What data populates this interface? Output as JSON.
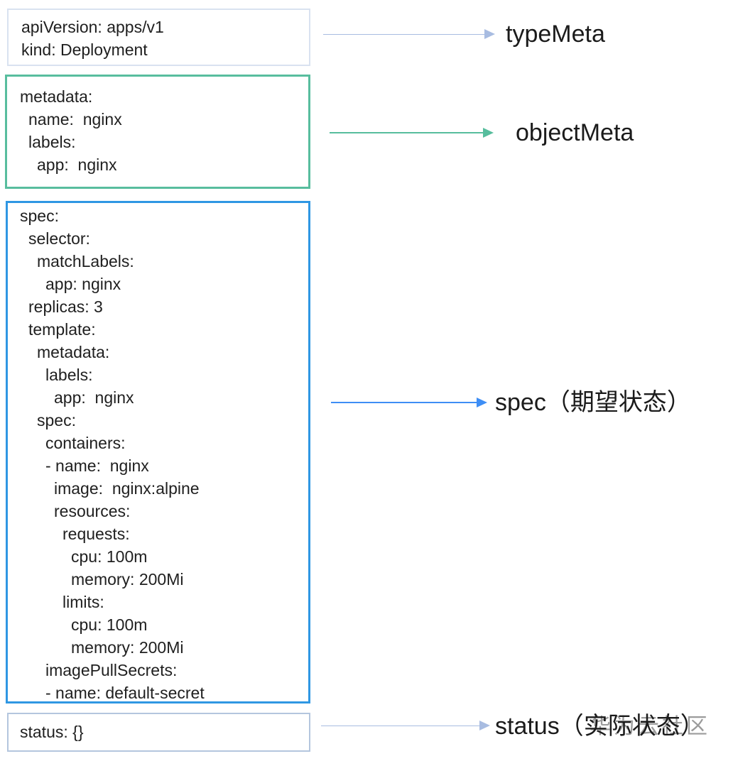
{
  "colors": {
    "box_typemeta_border": "#d9e2f0",
    "box_objectmeta_border": "#58bd9e",
    "box_spec_border": "#2f97e3",
    "box_status_border": "#b4c6de",
    "arrow_light": "#a8bce1",
    "arrow_green": "#57bd9d",
    "arrow_blue": "#3e8ef5",
    "code_text": "#1f1f1f",
    "label_text": "#1b1b1b",
    "watermark_color": "#9b9b9b"
  },
  "watermark": {
    "text": "华为云社区"
  },
  "sections": [
    {
      "id": "typeMeta",
      "label": "typeMeta",
      "lines": [
        "apiVersion: apps/v1",
        "kind: Deployment"
      ]
    },
    {
      "id": "objectMeta",
      "label": "objectMeta",
      "lines": [
        "metadata:",
        " name:  nginx",
        " labels:",
        "  app:  nginx"
      ]
    },
    {
      "id": "spec",
      "label": "spec（期望状态）",
      "lines": [
        "spec:",
        " selector:",
        "  matchLabels:",
        "   app: nginx",
        " replicas: 3",
        " template:",
        "  metadata:",
        "   labels:",
        "    app:  nginx",
        "  spec:",
        "   containers:",
        "   - name:  nginx",
        "    image:  nginx:alpine",
        "    resources:",
        "     requests:",
        "      cpu: 100m",
        "      memory: 200Mi",
        "     limits:",
        "      cpu: 100m",
        "      memory: 200Mi",
        "   imagePullSecrets:",
        "   - name: default-secret"
      ]
    },
    {
      "id": "status",
      "label": "status（实际状态）",
      "lines": [
        "status: {}"
      ]
    }
  ]
}
